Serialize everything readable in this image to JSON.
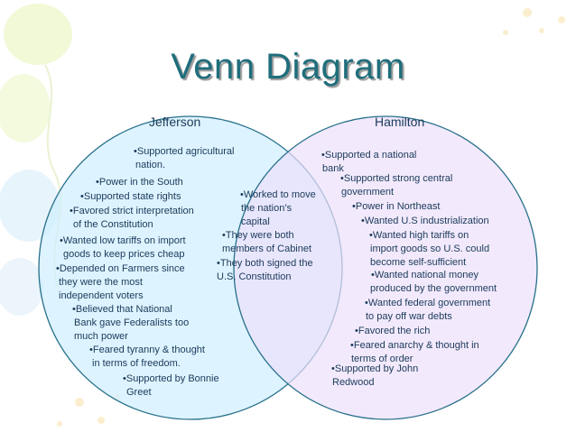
{
  "title": "Venn Diagram",
  "colors": {
    "title": "#1f6e7c",
    "left_circle_fill": "#cfeeff",
    "right_circle_fill": "#ece0fb",
    "circle_stroke": "#27708a",
    "text": "#1a3a5a"
  },
  "sets": {
    "left": "Jefferson",
    "right": "Hamilton"
  },
  "jefferson": [
    [
      "•Supported agricultural",
      "nation."
    ],
    [
      "•Power in the South"
    ],
    [
      "•Supported state rights"
    ],
    [
      "•Favored strict interpretation",
      "of the Constitution"
    ],
    [
      "•Wanted low tariffs on import",
      "goods to keep prices cheap"
    ],
    [
      "•Depended on Farmers since",
      "they were the most",
      "independent voters"
    ],
    [
      "•Believed that National",
      "Bank gave Federalists too",
      "much power"
    ],
    [
      "•Feared tyranny & thought",
      "in terms of freedom."
    ],
    [
      "•Supported by Bonnie",
      "Greet"
    ]
  ],
  "both": [
    [
      "•Worked to move",
      "the nation’s",
      "capital"
    ],
    [
      "•They were both",
      "members of Cabinet"
    ],
    [
      "•They both signed the",
      "U.S. Constitution"
    ]
  ],
  "hamilton": [
    [
      "•Supported a national",
      "bank"
    ],
    [
      "•Supported strong central",
      "government"
    ],
    [
      "•Power in Northeast"
    ],
    [
      "•Wanted U.S industrialization"
    ],
    [
      "•Wanted high tariffs on",
      "import goods so U.S. could",
      "become self-sufficient"
    ],
    [
      "•Wanted national money",
      "produced by the government"
    ],
    [
      "•Wanted federal government",
      "to pay off war debts"
    ],
    [
      "•Favored the rich"
    ],
    [
      "•Feared anarchy & thought in",
      "terms of order"
    ],
    [
      "•Supported by John",
      "Redwood"
    ]
  ]
}
